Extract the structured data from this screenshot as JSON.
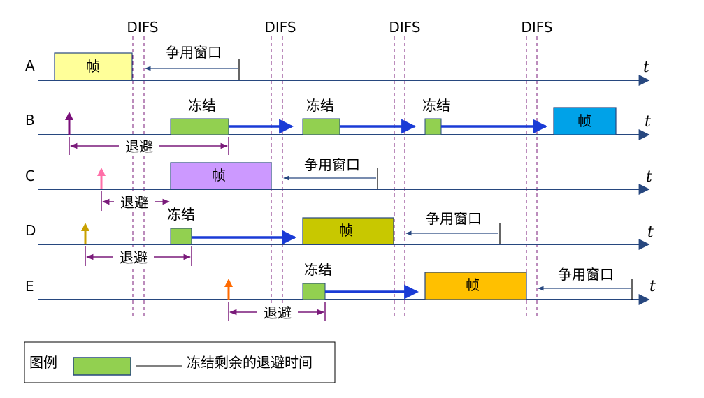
{
  "difs": [
    "DIFS",
    "DIFS",
    "DIFS",
    "DIFS"
  ],
  "stations": [
    {
      "name": "A",
      "t": "t"
    },
    {
      "name": "B",
      "t": "t"
    },
    {
      "name": "C",
      "t": "t"
    },
    {
      "name": "D",
      "t": "t"
    },
    {
      "name": "E",
      "t": "t"
    }
  ],
  "frame_label": "帧",
  "freeze_label": "冻结",
  "backoff_label": "退避",
  "contention_label": "争用窗口",
  "legend": {
    "title": "图例",
    "description": "冻结剩余的退避时间"
  },
  "colors": {
    "axis": "#27477f",
    "backoff": "#7a1a7a",
    "blue_arrow": "#1a3bd6",
    "frame_A": "#ffff99",
    "frame_B": "#00a2e8",
    "frame_C": "#cc99ff",
    "frame_D": "#c8c800",
    "frame_E": "#ffc000",
    "freeze": "#92d050",
    "arrow_B": "#7a0f7a",
    "arrow_C": "#ff6fa8",
    "arrow_D": "#c8a000",
    "arrow_E": "#ff6a00"
  }
}
